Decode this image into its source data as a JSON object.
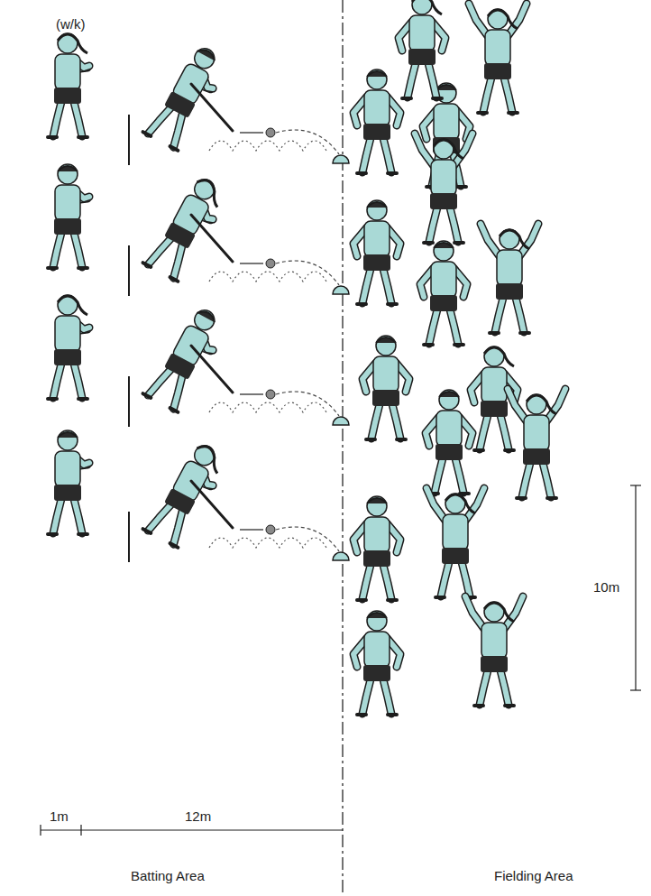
{
  "diagram": {
    "labels": [
      "(w/k)",
      "1m",
      "12m",
      "10m",
      "Batting Area",
      "Fielding Area"
    ]
  }
}
